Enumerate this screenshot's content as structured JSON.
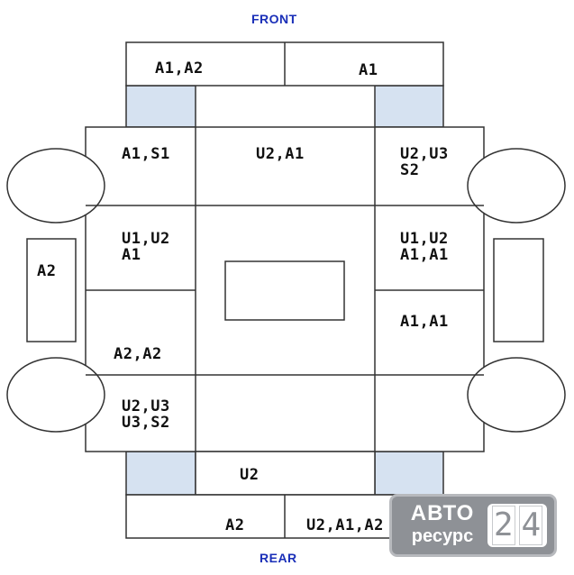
{
  "directions": {
    "front": "FRONT",
    "rear": "REAR"
  },
  "zones": {
    "front_left": "A1,A2",
    "front_right": "A1",
    "cab_top_left": "A1,S1",
    "cab_top_center": "U2,A1",
    "cab_top_right": "U2,U3\nS2",
    "mid_left": "U1,U2\nA1",
    "mid_right": "U1,U2\nA1,A1",
    "lower_left": "A2,A2",
    "lower_right": "A1,A1",
    "rear_cab_left": "U2,U3\nU3,S2",
    "left_side": "A2",
    "rear_center": "U2",
    "rear_left": "A2",
    "rear_right": "U2,A1,A2"
  },
  "logo": {
    "top": "АВТО",
    "bottom": "ресурс",
    "digit1": "2",
    "digit2": "4"
  },
  "colors": {
    "fill": "#d6e2f1",
    "line": "#333333",
    "direction": "#1a2fb8"
  }
}
